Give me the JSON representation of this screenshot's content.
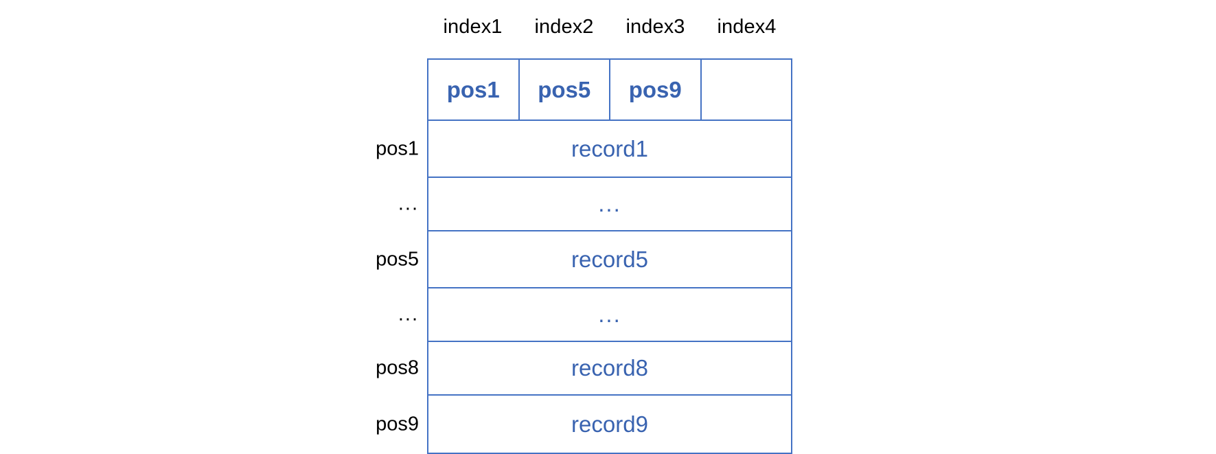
{
  "diagram": {
    "title": "index and record position table",
    "accent_color": "#4472C4",
    "text_blue": "#3963B0",
    "text_black": "#000000"
  },
  "index_labels": [
    "index1",
    "index2",
    "index3",
    "index4"
  ],
  "header_cells": [
    {
      "label": "pos1"
    },
    {
      "label": "pos5"
    },
    {
      "label": "pos9"
    },
    {
      "label": ""
    }
  ],
  "rows": [
    {
      "row_label": "pos1",
      "record": "record1"
    },
    {
      "row_label": "...",
      "record": "..."
    },
    {
      "row_label": "pos5",
      "record": "record5"
    },
    {
      "row_label": "...",
      "record": "..."
    },
    {
      "row_label": "pos8",
      "record": "record8"
    },
    {
      "row_label": "pos9",
      "record": "record9"
    }
  ]
}
